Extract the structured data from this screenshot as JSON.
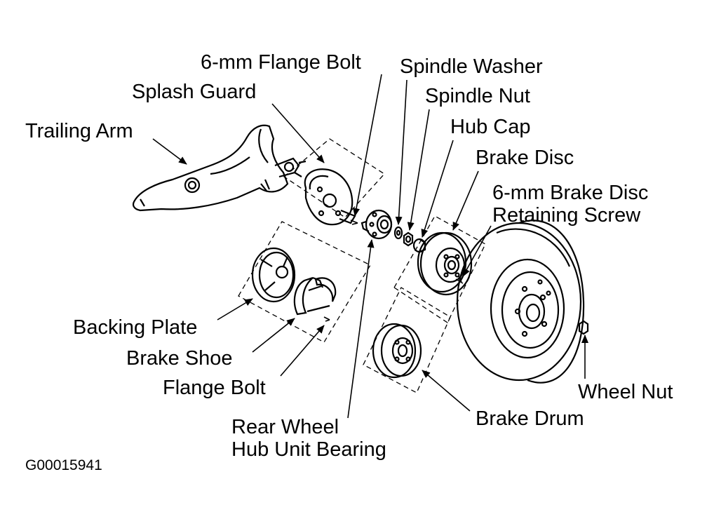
{
  "labels": {
    "flange_bolt_6mm": "6-mm Flange Bolt",
    "spindle_washer": "Spindle Washer",
    "splash_guard": "Splash Guard",
    "spindle_nut": "Spindle Nut",
    "trailing_arm": "Trailing Arm",
    "hub_cap": "Hub Cap",
    "brake_disc": "Brake Disc",
    "retaining_screw_line1": "6-mm Brake Disc",
    "retaining_screw_line2": "Retaining Screw",
    "backing_plate": "Backing Plate",
    "brake_shoe": "Brake Shoe",
    "flange_bolt": "Flange Bolt",
    "hub_bearing_line1": "Rear Wheel",
    "hub_bearing_line2": "Hub Unit Bearing",
    "wheel_nut": "Wheel Nut",
    "brake_drum": "Brake Drum"
  },
  "figure_id": "G00015941"
}
